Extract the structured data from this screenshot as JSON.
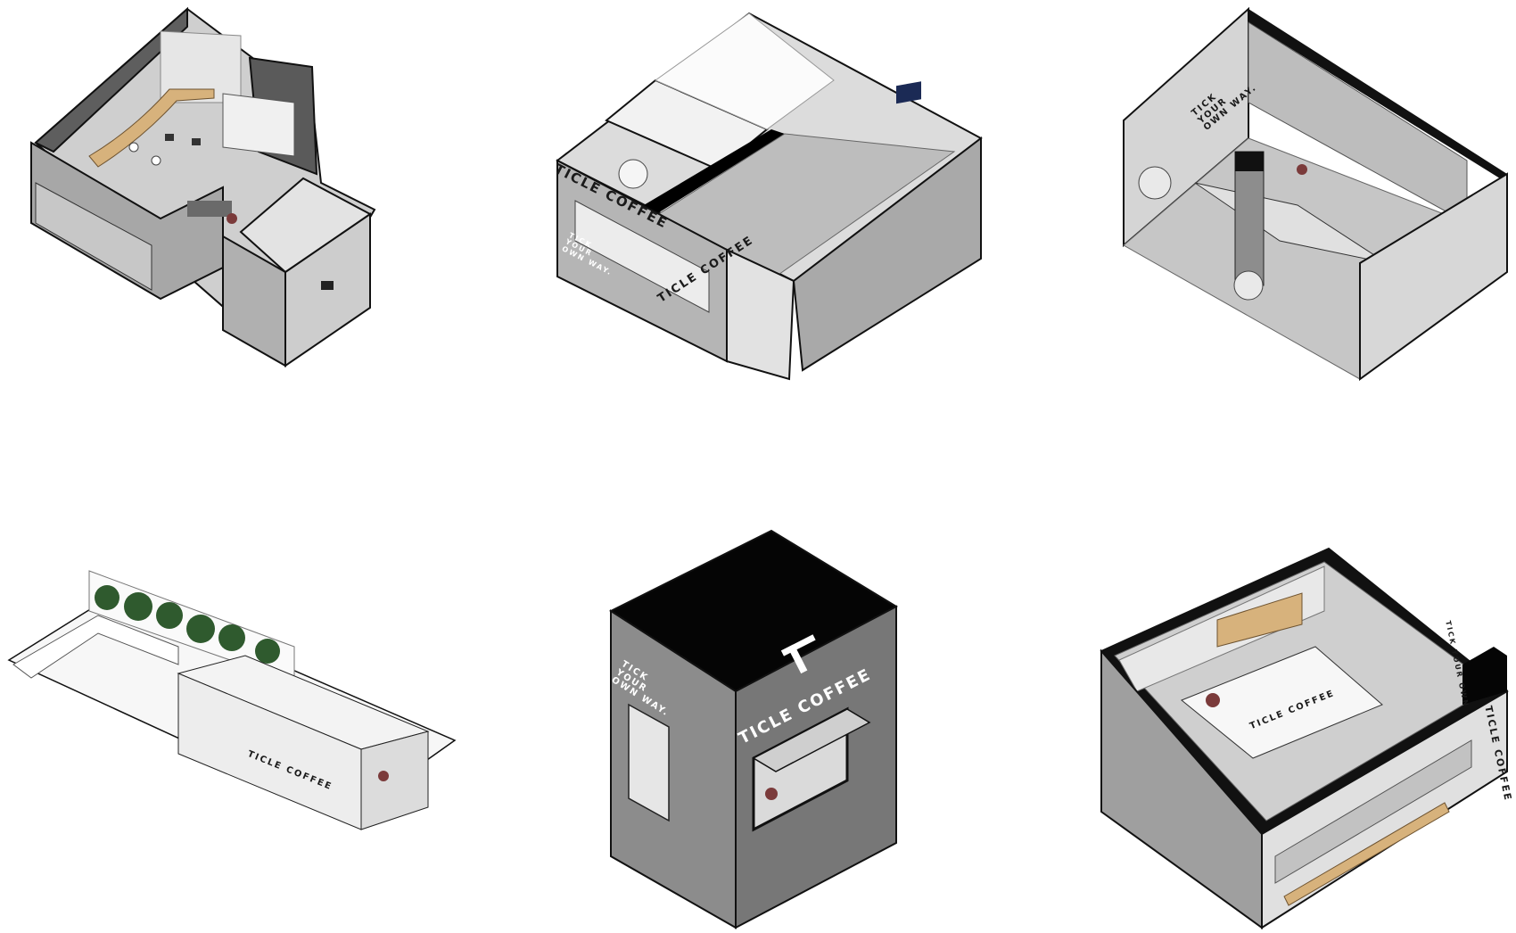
{
  "brand": {
    "name": "TICLE COFFEE",
    "tagline_lines": [
      "TICK",
      "YOUR",
      "OWN WAY."
    ],
    "tagline_full": "TICK YOUR OWN WAY.",
    "short_tagline": "TICK YOUR OWN"
  },
  "colors": {
    "wall_light": "#e4e4e4",
    "wall_mid": "#c8c8c8",
    "wall_dark": "#9a9a9a",
    "granite": "#8c8c8c",
    "outline": "#111111",
    "wood": "#d7b27c",
    "plant": "#2f5a2e",
    "roof": "#050505"
  },
  "panels": [
    {
      "id": "panel-1",
      "view": "axonometric-cutaway-lounge"
    },
    {
      "id": "panel-2",
      "view": "axonometric-cutaway-storefront"
    },
    {
      "id": "panel-3",
      "view": "axonometric-cutaway-bar"
    },
    {
      "id": "panel-4",
      "view": "axonometric-kiosk-with-garden"
    },
    {
      "id": "panel-5",
      "view": "axonometric-closed-kiosk"
    },
    {
      "id": "panel-6",
      "view": "axonometric-cutaway-counter"
    }
  ]
}
